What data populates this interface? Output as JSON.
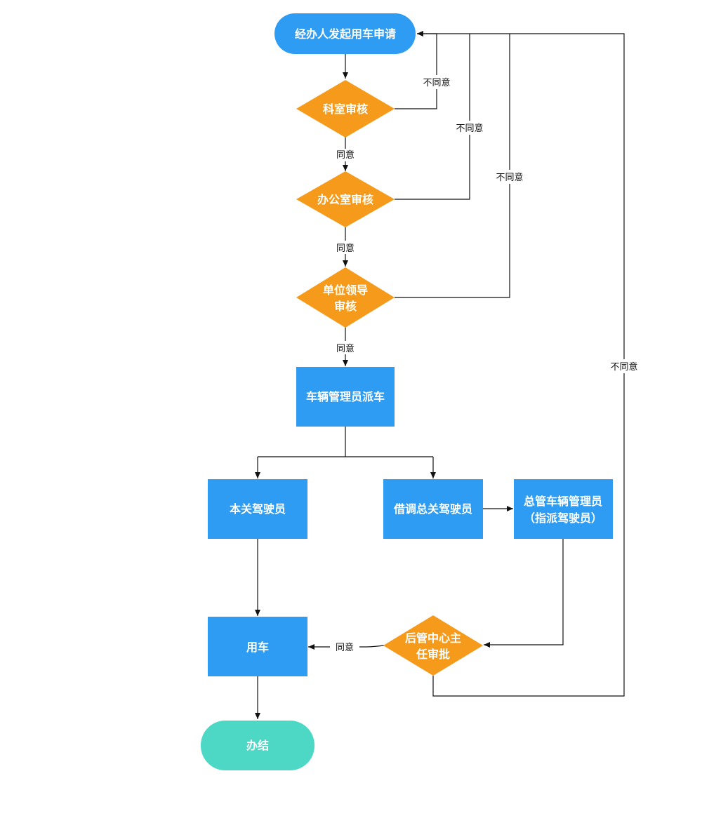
{
  "colors": {
    "process": "#2E9CF2",
    "decision": "#F59A1A",
    "terminal_end": "#4DD8C6",
    "line": "#111111",
    "text": "#FFFFFF"
  },
  "nodes": {
    "start": {
      "label": "经办人发起用车申请"
    },
    "dept_review": {
      "label": "科室审核"
    },
    "office_review": {
      "label": "办公室审核"
    },
    "leader_review": {
      "line1": "单位领导",
      "line2": "审核"
    },
    "dispatch": {
      "label": "车辆管理员派车"
    },
    "local_driver": {
      "label": "本关驾驶员"
    },
    "borrow_driver": {
      "label": "借调总关驾驶员"
    },
    "hq_manager": {
      "line1": "总管车辆管理员",
      "line2": "（指派驾驶员）"
    },
    "use_car": {
      "label": "用车"
    },
    "center_approval": {
      "line1": "后管中心主",
      "line2": "任审批"
    },
    "end": {
      "label": "办结"
    }
  },
  "edge_labels": {
    "disagree": "不同意",
    "agree": "同意"
  }
}
